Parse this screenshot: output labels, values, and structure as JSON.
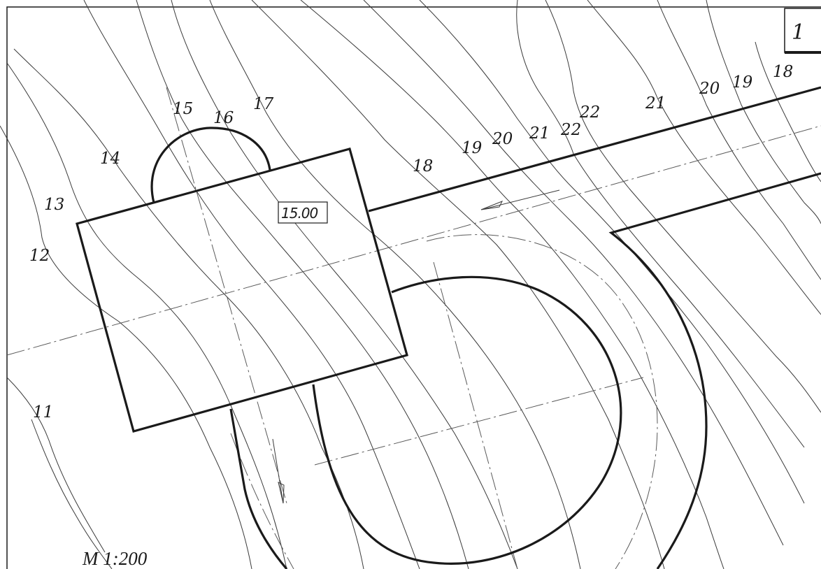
{
  "sheet": {
    "number": "1",
    "scale_label": "M 1:200",
    "elevation_mark": "15.00"
  },
  "contour_labels": [
    "11",
    "12",
    "13",
    "14",
    "15",
    "16",
    "17",
    "18",
    "19",
    "20",
    "21",
    "22",
    "22",
    "21",
    "20",
    "19",
    "18"
  ],
  "colors": {
    "line": "#1a1a1a",
    "contour": "#3a3a3a",
    "background": "#ffffff"
  }
}
